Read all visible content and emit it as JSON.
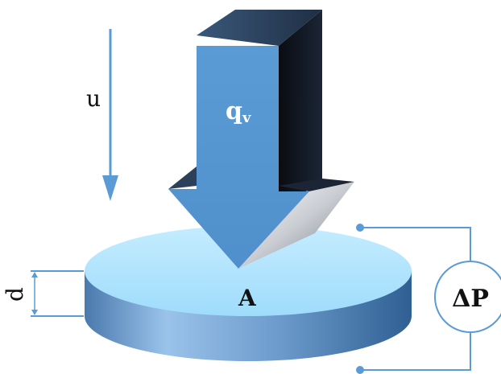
{
  "labels": {
    "velocity": "u",
    "flow_rate_main": "q",
    "flow_rate_sub": "v",
    "area": "A",
    "thickness": "d",
    "pressure_drop": "ΔP"
  },
  "colors": {
    "line_blue": "#5b9bd5",
    "arrow_front": "#5b9bd5",
    "arrow_side": "#0b0e14",
    "arrow_top": "#2c4159",
    "disc_top": "#aee3ff",
    "disc_side_light": "#9ac3ea",
    "disc_side_dark": "#2f5f93",
    "text_dark": "#111111",
    "text_light": "#ffffff"
  }
}
